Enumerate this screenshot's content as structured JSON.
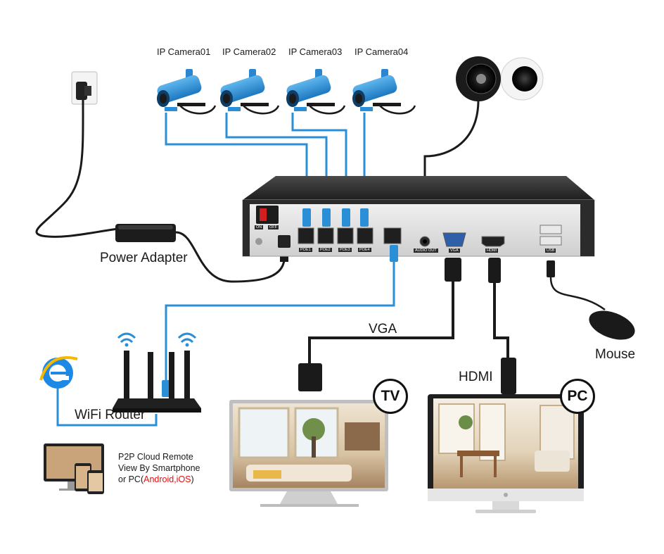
{
  "cameras": [
    {
      "label": "IP Camera01"
    },
    {
      "label": "IP Camera02"
    },
    {
      "label": "IP Camera03"
    },
    {
      "label": "IP Camera04"
    }
  ],
  "labels": {
    "power_adapter": "Power Adapter",
    "wifi_router": "WiFi Router",
    "vga": "VGA",
    "hdmi": "HDMI",
    "mouse": "Mouse",
    "tv_badge": "TV",
    "pc_badge": "PC"
  },
  "nvr_ports": {
    "on": "ON",
    "off": "OFF",
    "poe": [
      "POE1",
      "POE2",
      "POE3",
      "POE4"
    ],
    "audio_out": "AUDIO OUT",
    "vga": "VGA",
    "hdmi": "HDMI",
    "usb": "USB"
  },
  "p2p": {
    "line1": "P2P Cloud Remote",
    "line2": "View By Smartphone",
    "line3_prefix": "or PC(",
    "line3_highlight": "Android,iOS",
    "line3_suffix": ")"
  },
  "colors": {
    "cable_blue": "#2a8fd6",
    "cable_black": "#1a1a1a",
    "highlight_red": "#e01010",
    "nvr_body": "#2b2b2b"
  }
}
